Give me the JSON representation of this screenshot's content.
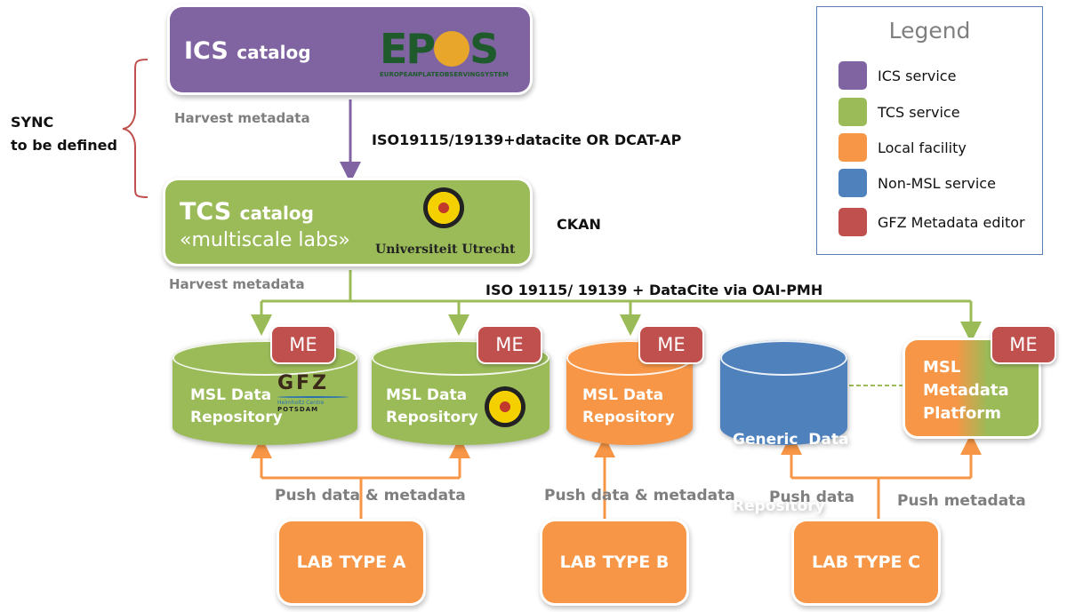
{
  "sync_note": {
    "line1": "SYNC",
    "line2": "to be defined"
  },
  "ics_catalog": {
    "title": "ICS",
    "title_small": "catalog",
    "logo": {
      "name": "EPOS",
      "subtitle": "EUROPEANPLATEOBSERVINGSYSTEM"
    }
  },
  "tcs_catalog": {
    "title": "TCS",
    "title_small": "catalog",
    "subtitle": "«multiscale labs»",
    "logo": {
      "name": "Universiteit Utrecht"
    }
  },
  "labels": {
    "harvest_top": "Harvest metadata",
    "harvest_bottom": "Harvest metadata",
    "ics_to_tcs": "ISO19115/19139+datacite OR DCAT-AP",
    "ckan": "CKAN",
    "tcs_to_repos": "ISO 19115/ 19139 + DataCite via OAI-PMH",
    "push_a": "Push data & metadata",
    "push_b": "Push data & metadata",
    "push_c_data": "Push data",
    "push_c_meta": "Push metadata"
  },
  "repositories": [
    {
      "line1": "MSL Data",
      "line2": "Repository",
      "type": "TCS service",
      "logo": "GFZ Helmholtz Centre Potsdam",
      "me": "ME"
    },
    {
      "line1": "MSL Data",
      "line2": "Repository",
      "type": "TCS service",
      "logo": "Universiteit Utrecht",
      "me": "ME"
    },
    {
      "line1": "MSL Data",
      "line2": "Repository",
      "type": "Local facility",
      "me": "ME"
    },
    {
      "line1": "Generic  Data",
      "line2": "Repository",
      "type": "Non-MSL service"
    },
    {
      "line1": "MSL",
      "line2": "Metadata",
      "line3": "Platform",
      "type": "Local facility / TCS service",
      "me": "ME"
    }
  ],
  "gfz_logo": {
    "big": "GFZ",
    "small1": "Helmholtz Centre",
    "small2": "POTSDAM"
  },
  "labs": [
    "LAB TYPE A",
    "LAB TYPE B",
    "LAB TYPE C"
  ],
  "legend": {
    "title": "Legend",
    "items": [
      {
        "label": "ICS service",
        "color": "#8064a2"
      },
      {
        "label": "TCS service",
        "color": "#9bbb59"
      },
      {
        "label": "Local facility",
        "color": "#f79646"
      },
      {
        "label": "Non-MSL service",
        "color": "#4f81bd"
      },
      {
        "label": "GFZ Metadata editor",
        "color": "#c0504d"
      }
    ]
  }
}
